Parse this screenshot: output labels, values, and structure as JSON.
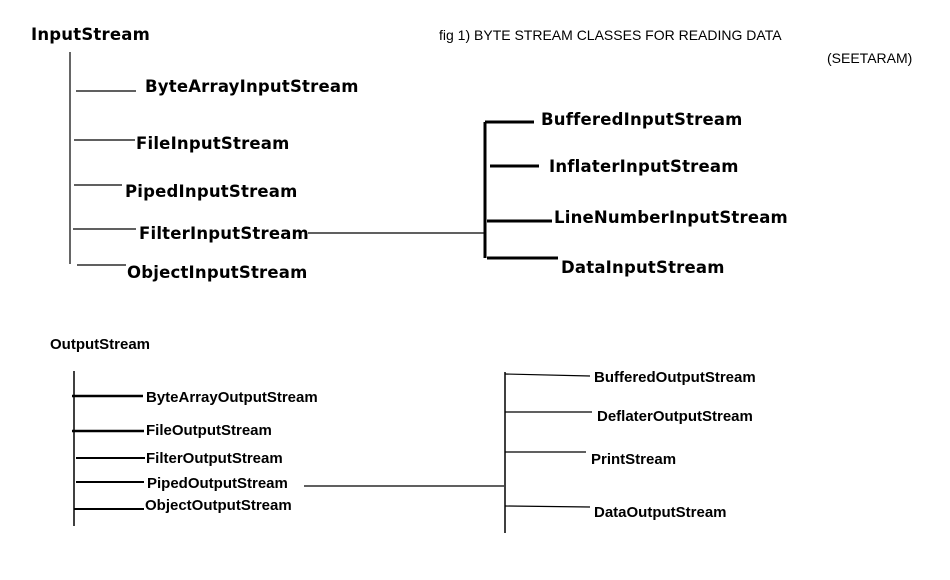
{
  "figure": {
    "caption": "fig 1)  BYTE  STREAM CLASSES FOR READING DATA",
    "author": "(SEETARAM)"
  },
  "input": {
    "root": "InputStream",
    "children": [
      "ByteArrayInputStream",
      "FileInputStream",
      "PipedInputStream",
      "FilterInputStream",
      "ObjectInputStream"
    ],
    "filter_children": [
      "BufferedInputStream",
      "InflaterInputStream",
      "LineNumberInputStream",
      "DataInputStream"
    ]
  },
  "output": {
    "root": "OutputStream",
    "children": [
      "ByteArrayOutputStream",
      "FileOutputStream",
      "FilterOutputStream",
      "PipedOutputStream",
      "ObjectOutputStream"
    ],
    "filter_children": [
      "BufferedOutputStream",
      "DeflaterOutputStream",
      "PrintStream",
      "DataOutputStream"
    ]
  }
}
